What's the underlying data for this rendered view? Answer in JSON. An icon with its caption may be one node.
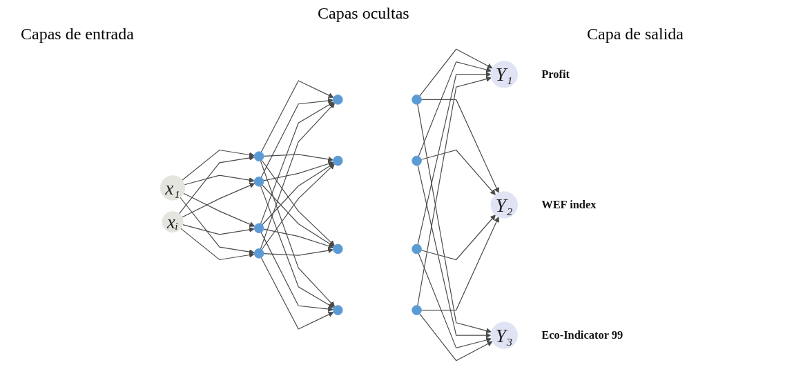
{
  "diagram": {
    "nodes": [
      {
        "text": [
          "x₁"
        ]
      },
      {
        "text": [
          "xᵢ"
        ]
      },
      {
        "text": [],
        "shape": "circle"
      },
      {
        "text": [],
        "shape": "circle"
      },
      {
        "text": [],
        "shape": "circle"
      },
      {
        "text": [],
        "shape": "circle"
      },
      {
        "text": [],
        "shape": "circle"
      },
      {
        "text": [],
        "shape": "circle"
      },
      {
        "text": [],
        "shape": "circle"
      },
      {
        "text": [],
        "shape": "circle"
      },
      {
        "text": [],
        "shape": "circle"
      },
      {
        "text": [],
        "shape": "circle"
      },
      {
        "text": [],
        "shape": "circle"
      },
      {
        "text": [],
        "shape": "circle"
      },
      {
        "text": [
          "Y₁"
        ],
        "beside": [
          "Profit"
        ]
      },
      {
        "text": [
          "Y₂"
        ],
        "beside": [
          "WEF index"
        ]
      },
      {
        "text": [
          "Y₃"
        ],
        "beside": [
          "Eco-Indicator 99"
        ]
      }
    ],
    "edges": [
      {
        "from": 0,
        "to": 2,
        "arrow": "to"
      },
      {
        "from": 0,
        "to": 3,
        "arrow": "to"
      },
      {
        "from": 0,
        "to": 4,
        "arrow": "to"
      },
      {
        "from": 0,
        "to": 5,
        "arrow": "to"
      },
      {
        "from": 1,
        "to": 2,
        "arrow": "to"
      },
      {
        "from": 1,
        "to": 3,
        "arrow": "to"
      },
      {
        "from": 1,
        "to": 4,
        "arrow": "to"
      },
      {
        "from": 1,
        "to": 5,
        "arrow": "to"
      },
      {
        "from": 2,
        "to": 6,
        "arrow": "to"
      },
      {
        "from": 2,
        "to": 7,
        "arrow": "to"
      },
      {
        "from": 2,
        "to": 8,
        "arrow": "to"
      },
      {
        "from": 2,
        "to": 9,
        "arrow": "to"
      },
      {
        "from": 3,
        "to": 6,
        "arrow": "to"
      },
      {
        "from": 3,
        "to": 7,
        "arrow": "to"
      },
      {
        "from": 3,
        "to": 8,
        "arrow": "to"
      },
      {
        "from": 3,
        "to": 9,
        "arrow": "to"
      },
      {
        "from": 4,
        "to": 6,
        "arrow": "to"
      },
      {
        "from": 4,
        "to": 7,
        "arrow": "to"
      },
      {
        "from": 4,
        "to": 8,
        "arrow": "to"
      },
      {
        "from": 4,
        "to": 9,
        "arrow": "to"
      },
      {
        "from": 5,
        "to": 6,
        "arrow": "to"
      },
      {
        "from": 5,
        "to": 7,
        "arrow": "to"
      },
      {
        "from": 5,
        "to": 8,
        "arrow": "to"
      },
      {
        "from": 5,
        "to": 9,
        "arrow": "to"
      },
      {
        "from": 10,
        "to": 14,
        "arrow": "to"
      },
      {
        "from": 10,
        "to": 15,
        "arrow": "to"
      },
      {
        "from": 10,
        "to": 16,
        "arrow": "to"
      },
      {
        "from": 11,
        "to": 14,
        "arrow": "to"
      },
      {
        "from": 11,
        "to": 15,
        "arrow": "to"
      },
      {
        "from": 11,
        "to": 16,
        "arrow": "to"
      },
      {
        "from": 12,
        "to": 14,
        "arrow": "to"
      },
      {
        "from": 12,
        "to": 15,
        "arrow": "to"
      },
      {
        "from": 12,
        "to": 16,
        "arrow": "to"
      },
      {
        "from": 13,
        "to": 14,
        "arrow": "to"
      },
      {
        "from": 13,
        "to": 15,
        "arrow": "to"
      },
      {
        "from": 13,
        "to": 16,
        "arrow": "to"
      }
    ],
    "labels": [
      "Capas ocultas",
      "Capas de entrada",
      "Capa de salida"
    ]
  }
}
